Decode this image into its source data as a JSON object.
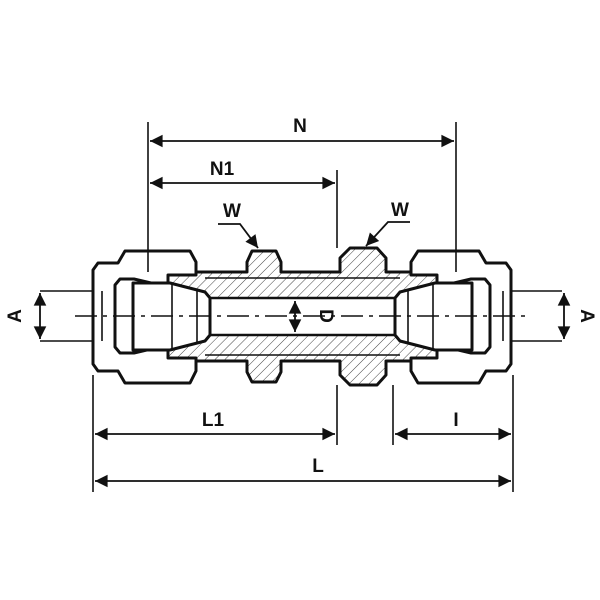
{
  "title": "Bulkhead union tube fitting dimension drawing",
  "labels": {
    "N": "N",
    "N1": "N1",
    "W_left": "W",
    "W_right": "W",
    "D": "D",
    "A_left": "A",
    "A_right": "A",
    "L1": "L1",
    "I": "I",
    "L": "L"
  },
  "colors": {
    "line": "#111111",
    "background": "#ffffff"
  }
}
